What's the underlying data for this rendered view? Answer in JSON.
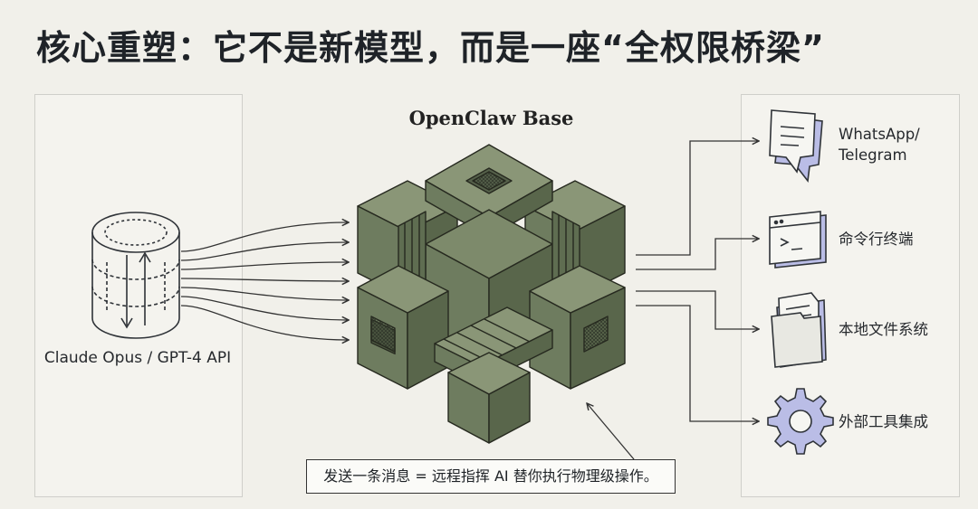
{
  "title": "核心重塑：它不是新模型，而是一座“全权限桥梁”",
  "source": {
    "label": "Claude Opus / GPT-4 API",
    "icon": "database-cylinder-icon"
  },
  "hub": {
    "title": "OpenClaw Base",
    "icon": "interlocking-cube-icon",
    "color": "#6e7c5f"
  },
  "outputs": [
    {
      "label_line1": "WhatsApp/",
      "label_line2": "Telegram",
      "icon": "chat-bubble-icon"
    },
    {
      "label_line1": "命令行终端",
      "label_line2": "",
      "icon": "terminal-window-icon"
    },
    {
      "label_line1": "本地文件系统",
      "label_line2": "",
      "icon": "folder-icon"
    },
    {
      "label_line1": "外部工具集成",
      "label_line2": "",
      "icon": "gear-icon"
    }
  ],
  "note": "发送一条消息 = 远程指挥 AI 替你执行物理级操作。"
}
